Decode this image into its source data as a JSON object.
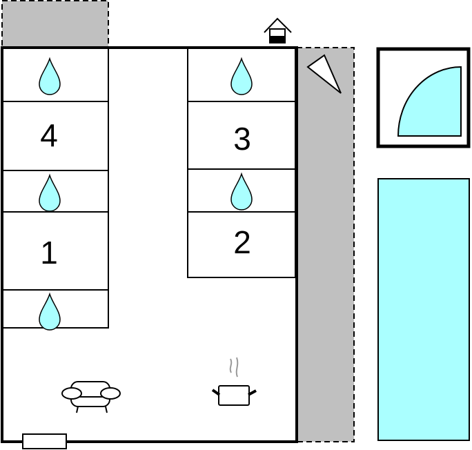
{
  "floorplan": {
    "rooms": [
      {
        "label": "4",
        "type": "bedroom"
      },
      {
        "label": "1",
        "type": "bedroom"
      },
      {
        "label": "3",
        "type": "bedroom"
      },
      {
        "label": "2",
        "type": "bedroom"
      }
    ],
    "icons": [
      "water-drop-icon",
      "house-entrance-icon",
      "parasol-icon",
      "shower-icon",
      "sofa-icon",
      "cooking-pot-icon",
      "window-icon"
    ],
    "colors": {
      "water": "#aaffff",
      "terrace": "#c0c0c0",
      "wall": "#000000"
    }
  }
}
